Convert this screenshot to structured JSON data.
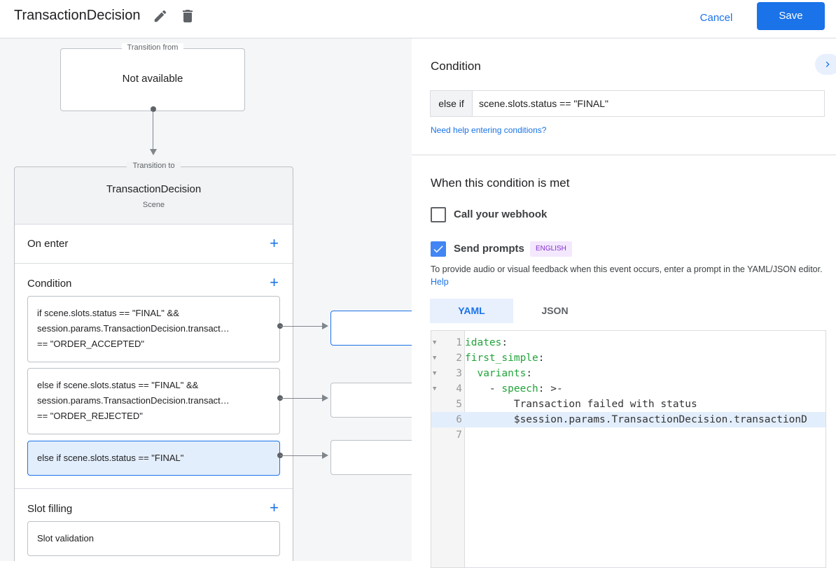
{
  "header": {
    "title": "TransactionDecision",
    "cancel_label": "Cancel",
    "save_label": "Save"
  },
  "canvas": {
    "transition_from": {
      "legend": "Transition from",
      "value": "Not available"
    },
    "transition_to": {
      "legend": "Transition to",
      "name": "TransactionDecision",
      "type": "Scene"
    },
    "sections": {
      "on_enter": "On enter",
      "condition": "Condition",
      "slot_filling": "Slot filling",
      "slot_validation": "Slot validation"
    },
    "conditions": [
      {
        "lines": [
          "if scene.slots.status == \"FINAL\" &&",
          "session.params.TransactionDecision.transact…",
          "== \"ORDER_ACCEPTED\""
        ]
      },
      {
        "lines": [
          "else if scene.slots.status == \"FINAL\" &&",
          "session.params.TransactionDecision.transact…",
          "== \"ORDER_REJECTED\""
        ]
      },
      {
        "lines": [
          "else if scene.slots.status == \"FINAL\""
        ],
        "selected": true
      }
    ]
  },
  "panel": {
    "condition_title": "Condition",
    "condition_prefix": "else if",
    "condition_value": "scene.slots.status == \"FINAL\"",
    "help_link": "Need help entering conditions?",
    "when_title": "When this condition is met",
    "webhook_label": "Call your webhook",
    "webhook_checked": false,
    "prompts_label": "Send prompts",
    "prompts_checked": true,
    "language_badge": "ENGLISH",
    "prompt_desc": "To provide audio or visual feedback when this event occurs, enter a prompt in the YAML/JSON editor.",
    "prompt_help": "Help",
    "tabs": [
      {
        "label": "YAML",
        "active": true
      },
      {
        "label": "JSON",
        "active": false
      }
    ],
    "code_lines": [
      {
        "n": "1",
        "key": "idates",
        "rest": ":",
        "indent": "",
        "fold": true
      },
      {
        "n": "2",
        "key": "first_simple",
        "rest": ":",
        "indent": "",
        "fold": true
      },
      {
        "n": "3",
        "key": "variants",
        "rest": ":",
        "indent": "  ",
        "fold": true
      },
      {
        "n": "4",
        "key": "speech",
        "rest": ": >-",
        "indent": "    - ",
        "fold": true
      },
      {
        "n": "5",
        "key": "",
        "rest": "Transaction failed with status",
        "indent": "        ",
        "fold": false
      },
      {
        "n": "6",
        "key": "",
        "rest": "$session.params.TransactionDecision.transactionD",
        "indent": "        ",
        "fold": false
      },
      {
        "n": "7",
        "key": "",
        "rest": "",
        "indent": "",
        "fold": false
      }
    ]
  },
  "colors": {
    "accent": "#1a73e8",
    "selected_bg": "#e3eefc",
    "yaml_key": "#22a33a"
  }
}
